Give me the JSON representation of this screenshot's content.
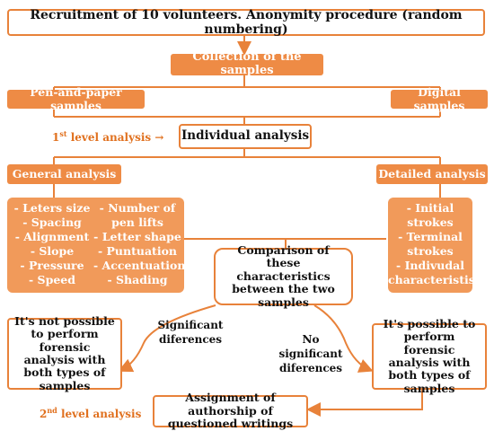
{
  "nodes": {
    "recruitment": "Recruitment of 10 volunteers. Anonymity procedure (random numbering)",
    "collection": "Collection of the samples",
    "pen_paper": "Pen-and-paper samples",
    "digital": "Digital samples",
    "first_level_prefix": "1",
    "first_level_sup": "st",
    "first_level_suffix": " level analysis →",
    "individual": "Individual analysis",
    "general": "General analysis",
    "detailed": "Detailed analysis",
    "comparison": "Comparison of these characteristics between the two samples",
    "significant": "Significant diferences",
    "no_significant": "No significant diferences",
    "not_possible": "It's not possible to perform forensic analysis with both types of samples",
    "possible": "It's possible to perform forensic analysis with both types of samples",
    "assignment": "Assignment of authorship of questioned writings",
    "second_level_prefix": "2",
    "second_level_sup": "nd",
    "second_level_suffix": " level analysis"
  },
  "general_left": [
    "- Leters size",
    "- Spacing",
    "- Alignment",
    "- Slope",
    "- Pressure",
    "- Speed"
  ],
  "general_right": [
    "- Number of",
    "pen lifts",
    "- Letter shape",
    "- Puntuation",
    "- Accentuation",
    "- Shading"
  ],
  "detailed_items": [
    "- Initial",
    "strokes",
    "- Terminal",
    "strokes",
    "- Indivudal",
    "characteristis"
  ],
  "colors": {
    "accent": "#e8823a",
    "fill": "#ee8b45",
    "text_orange": "#e0701e"
  }
}
